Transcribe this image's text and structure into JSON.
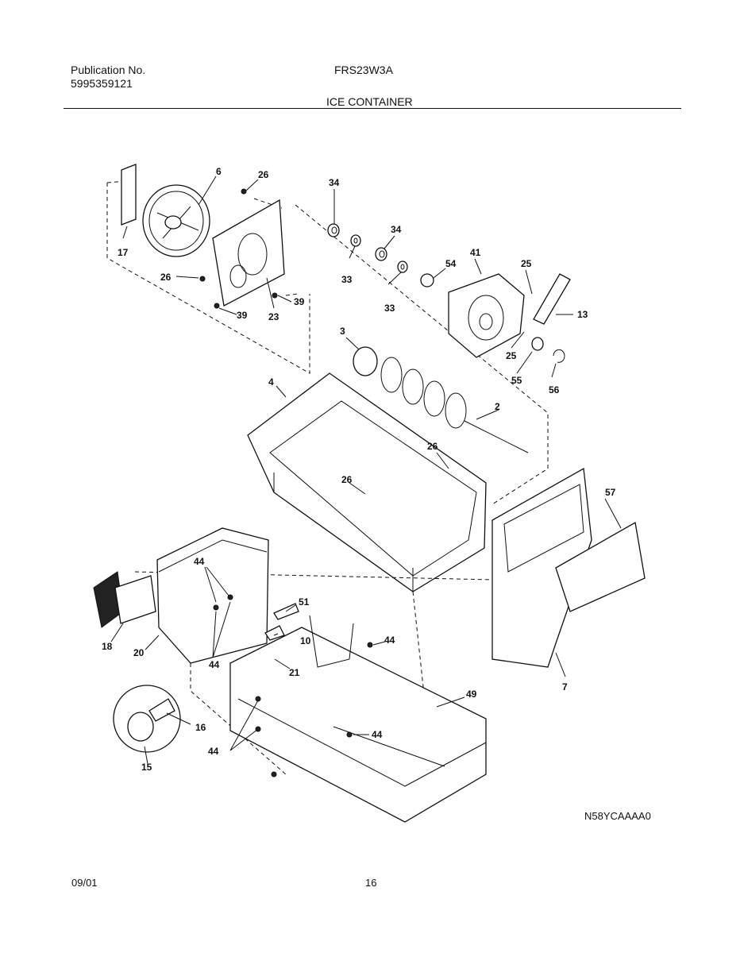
{
  "header": {
    "publication_label": "Publication No.",
    "publication_number": "5995359121",
    "model": "FRS23W3A",
    "section_title": "ICE CONTAINER"
  },
  "callouts": {
    "c6": "6",
    "c26a": "26",
    "c34a": "34",
    "c34b": "34",
    "c17": "17",
    "c33a": "33",
    "c33b": "33",
    "c54": "54",
    "c41": "41",
    "c25a": "25",
    "c26b": "26",
    "c39a": "39",
    "c39b": "39",
    "c23": "23",
    "c13": "13",
    "c3": "3",
    "c25b": "25",
    "c55": "55",
    "c56": "56",
    "c4": "4",
    "c2": "2",
    "c26c": "26",
    "c26d": "26",
    "c57": "57",
    "c44a": "44",
    "c51": "51",
    "c10": "10",
    "c18": "18",
    "c20": "20",
    "c44b": "44",
    "c44c": "44",
    "c21": "21",
    "c49": "49",
    "c7": "7",
    "c16": "16",
    "c44d": "44",
    "c44e": "44",
    "c15": "15"
  },
  "footer": {
    "diagram_code": "N58YCAAAA0",
    "date": "09/01",
    "page_number": "16"
  }
}
